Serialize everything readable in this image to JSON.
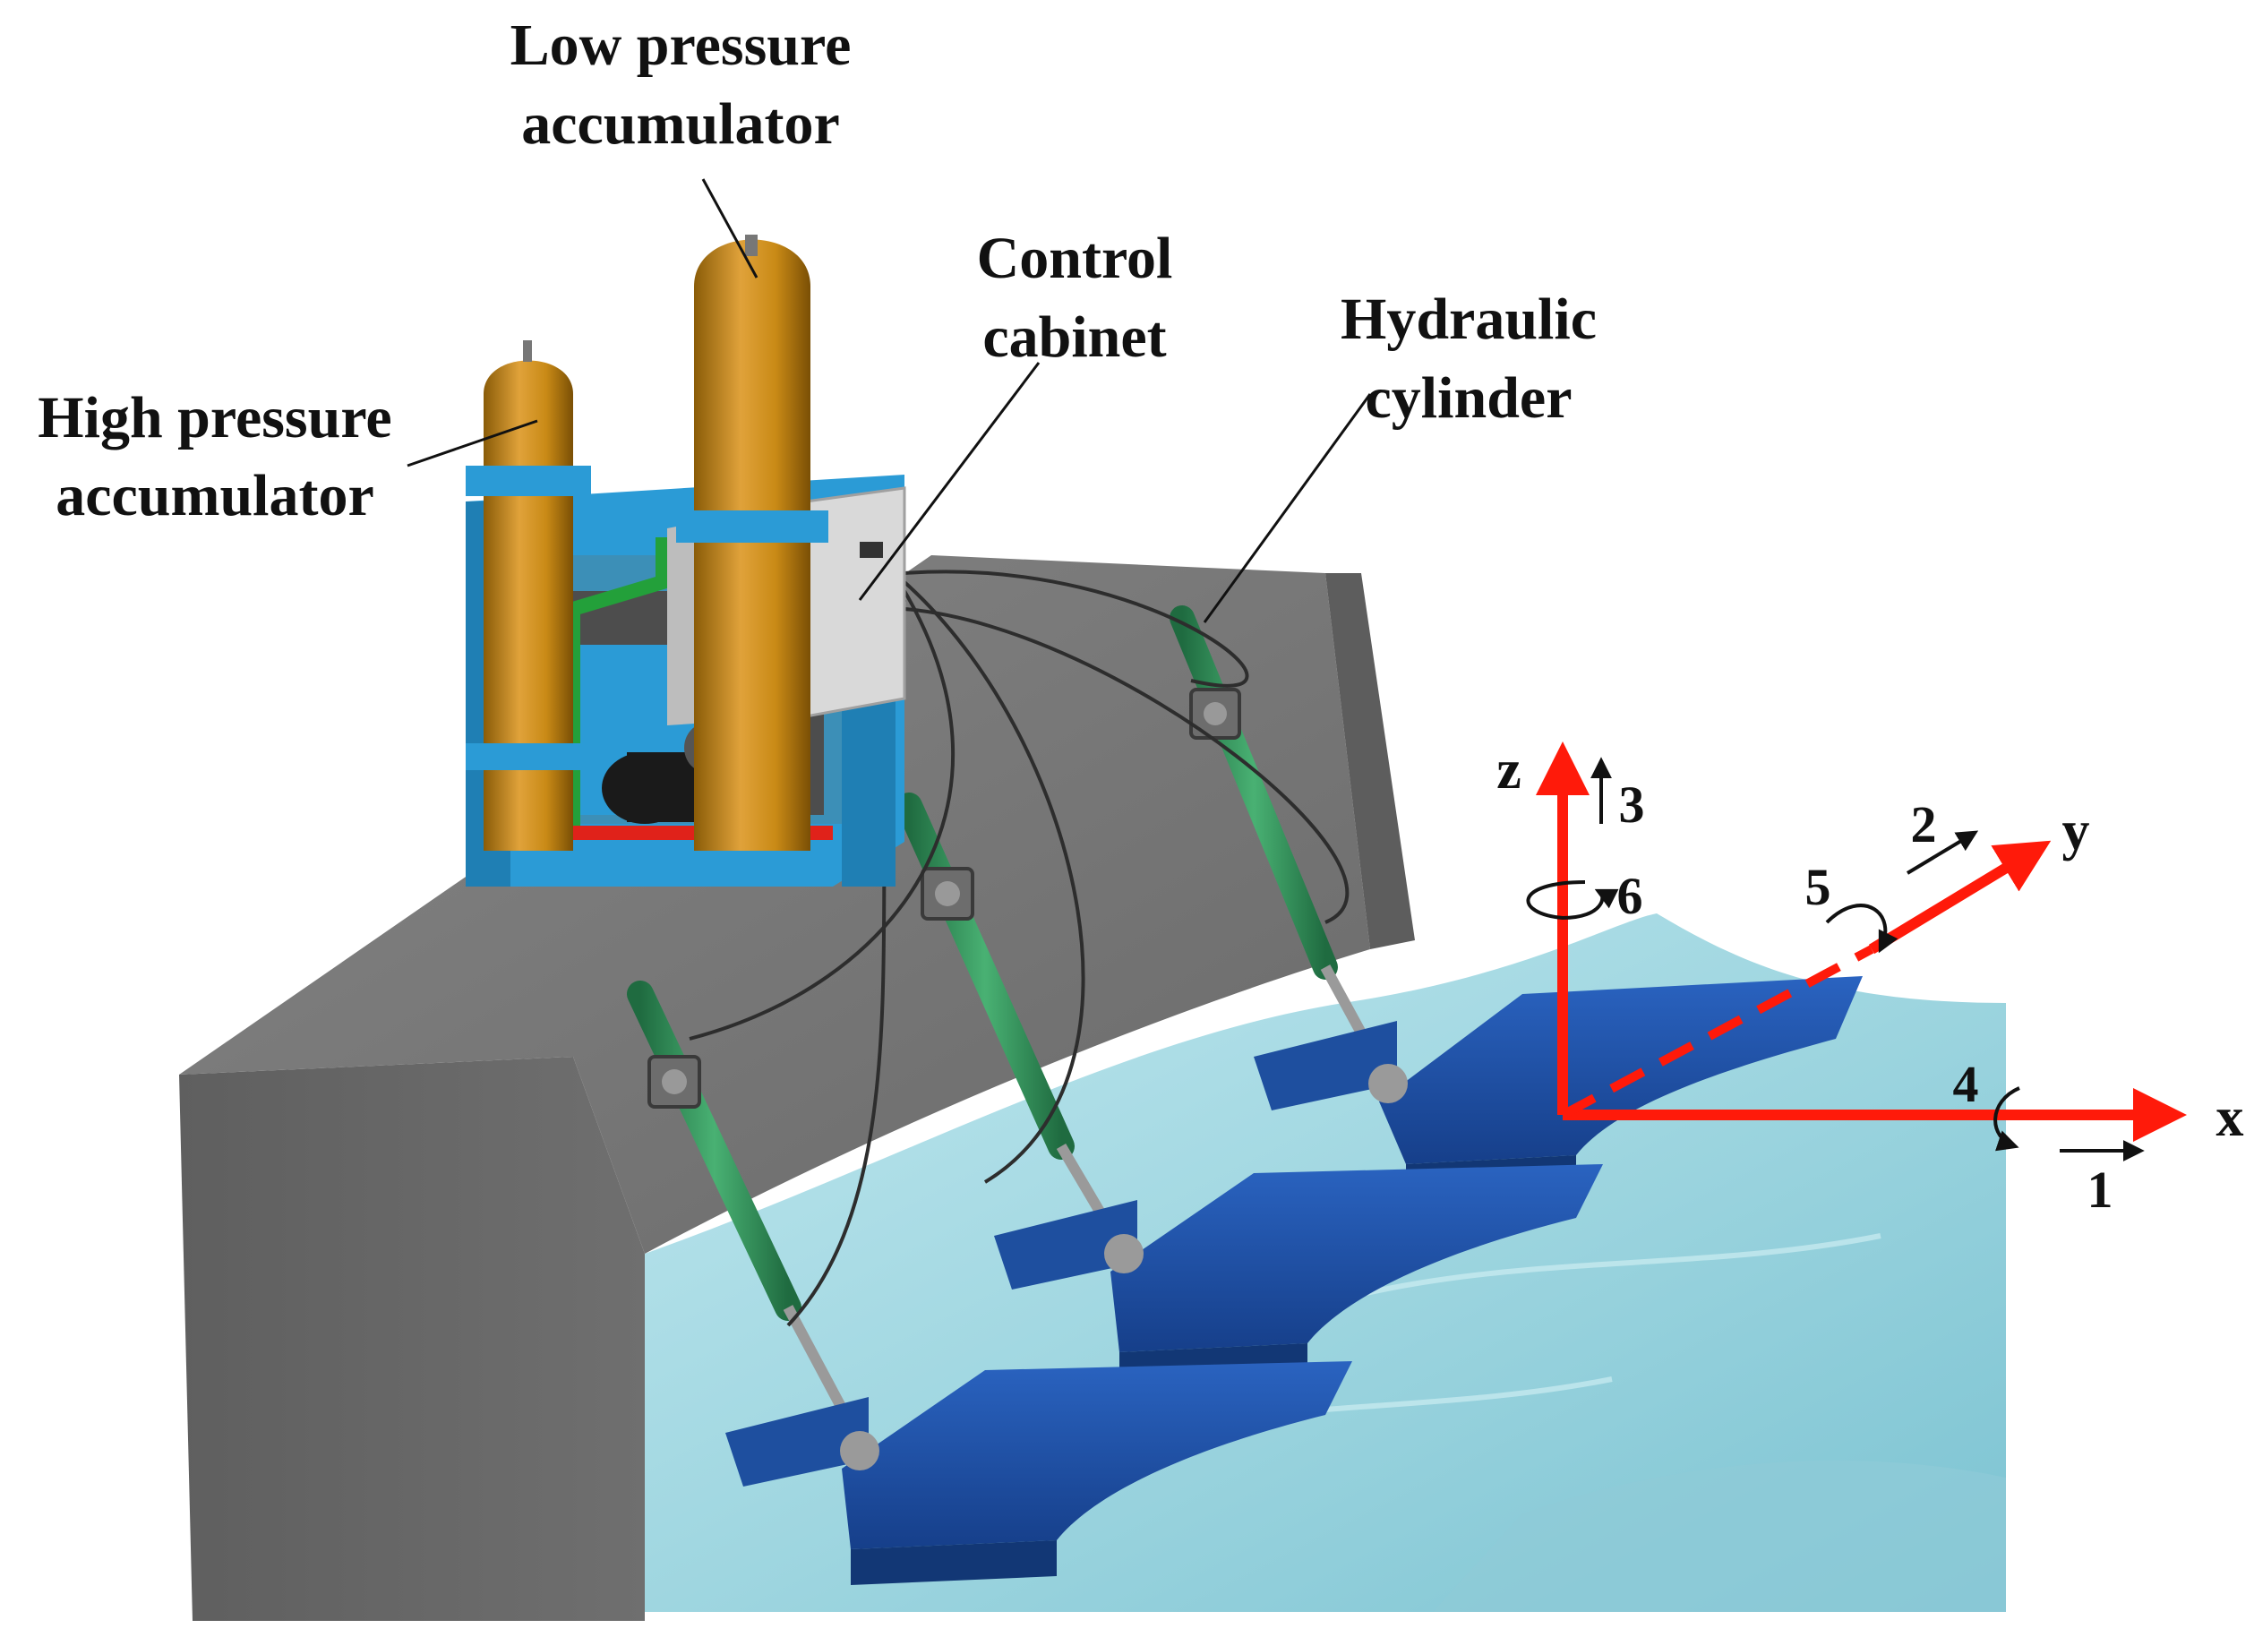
{
  "labels": {
    "low_pressure": [
      "Low pressure",
      "accumulator"
    ],
    "high_pressure": [
      "High pressure",
      "accumulator"
    ],
    "control_cabinet": [
      "Control",
      "cabinet"
    ],
    "hydraulic_cylinder": [
      "Hydraulic",
      "cylinder"
    ]
  },
  "axes": {
    "x": "x",
    "y": "y",
    "z": "z"
  },
  "dof": {
    "d1": "1",
    "d2": "2",
    "d3": "3",
    "d4": "4",
    "d5": "5",
    "d6": "6"
  },
  "colors": {
    "concrete": "#6e6e6e",
    "concrete_top": "#7c7c7c",
    "water": "#9fd6e0",
    "float": "#1d4fa6",
    "frame": "#2b9bd6",
    "accumulator": "#c98a16",
    "cylinder": "#2e8b57",
    "axis": "#ff1a0a",
    "cabinet": "#dcdcdc"
  }
}
